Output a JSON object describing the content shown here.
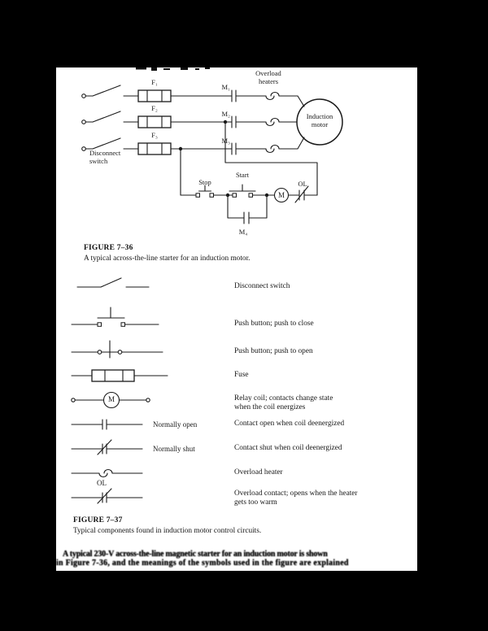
{
  "colors": {
    "background": "#000000",
    "page": "#ffffff",
    "ink": "#1a1a1a"
  },
  "figure36": {
    "component_labels": {
      "fuse1": "F₁",
      "fuse2": "F₂",
      "fuse3": "F₃",
      "contact1": "M₁",
      "contact2": "M₂",
      "contact3": "M₃",
      "overload_heaters": "Overload heaters",
      "motor": "Induction motor",
      "disconnect_switch": "Disconnect switch",
      "stop": "Stop",
      "start": "Start",
      "overload_contact": "OL",
      "coil": "M",
      "holding_contact": "M₄"
    },
    "caption_title": "FIGURE 7–36",
    "caption_text": "A typical across-the-line starter for an induction motor."
  },
  "figure37": {
    "rows": [
      {
        "symbol": "disconnect-switch",
        "symbol_label": "",
        "desc": "Disconnect switch",
        "desc2": ""
      },
      {
        "symbol": "push-button-close",
        "symbol_label": "",
        "desc": "Push button; push to close",
        "desc2": ""
      },
      {
        "symbol": "push-button-open",
        "symbol_label": "",
        "desc": "Push button; push to open",
        "desc2": ""
      },
      {
        "symbol": "fuse",
        "symbol_label": "",
        "desc": "Fuse",
        "desc2": ""
      },
      {
        "symbol": "relay-coil",
        "symbol_label": "M",
        "desc": "Relay coil; contacts change state",
        "desc2": "when the coil energizes"
      },
      {
        "symbol": "normally-open-contact",
        "symbol_label": "Normally open",
        "desc": "Contact open when coil deenergized",
        "desc2": ""
      },
      {
        "symbol": "normally-shut-contact",
        "symbol_label": "Normally shut",
        "desc": "Contact shut when coil deenergized",
        "desc2": ""
      },
      {
        "symbol": "overload-heater",
        "symbol_label": "",
        "desc": "Overload heater",
        "desc2": ""
      },
      {
        "symbol": "overload-contact",
        "symbol_label": "OL",
        "desc": "Overload contact; opens when the heater",
        "desc2": "gets too warm"
      }
    ],
    "caption_title": "FIGURE 7–37",
    "caption_text": "Typical components found in induction motor control circuits."
  },
  "body_text": {
    "line1": "A typical 230-V across-the-line magnetic starter for an induction motor is shown",
    "line2": "in Figure 7-36, and the meanings of the symbols used in the figure are explained"
  }
}
